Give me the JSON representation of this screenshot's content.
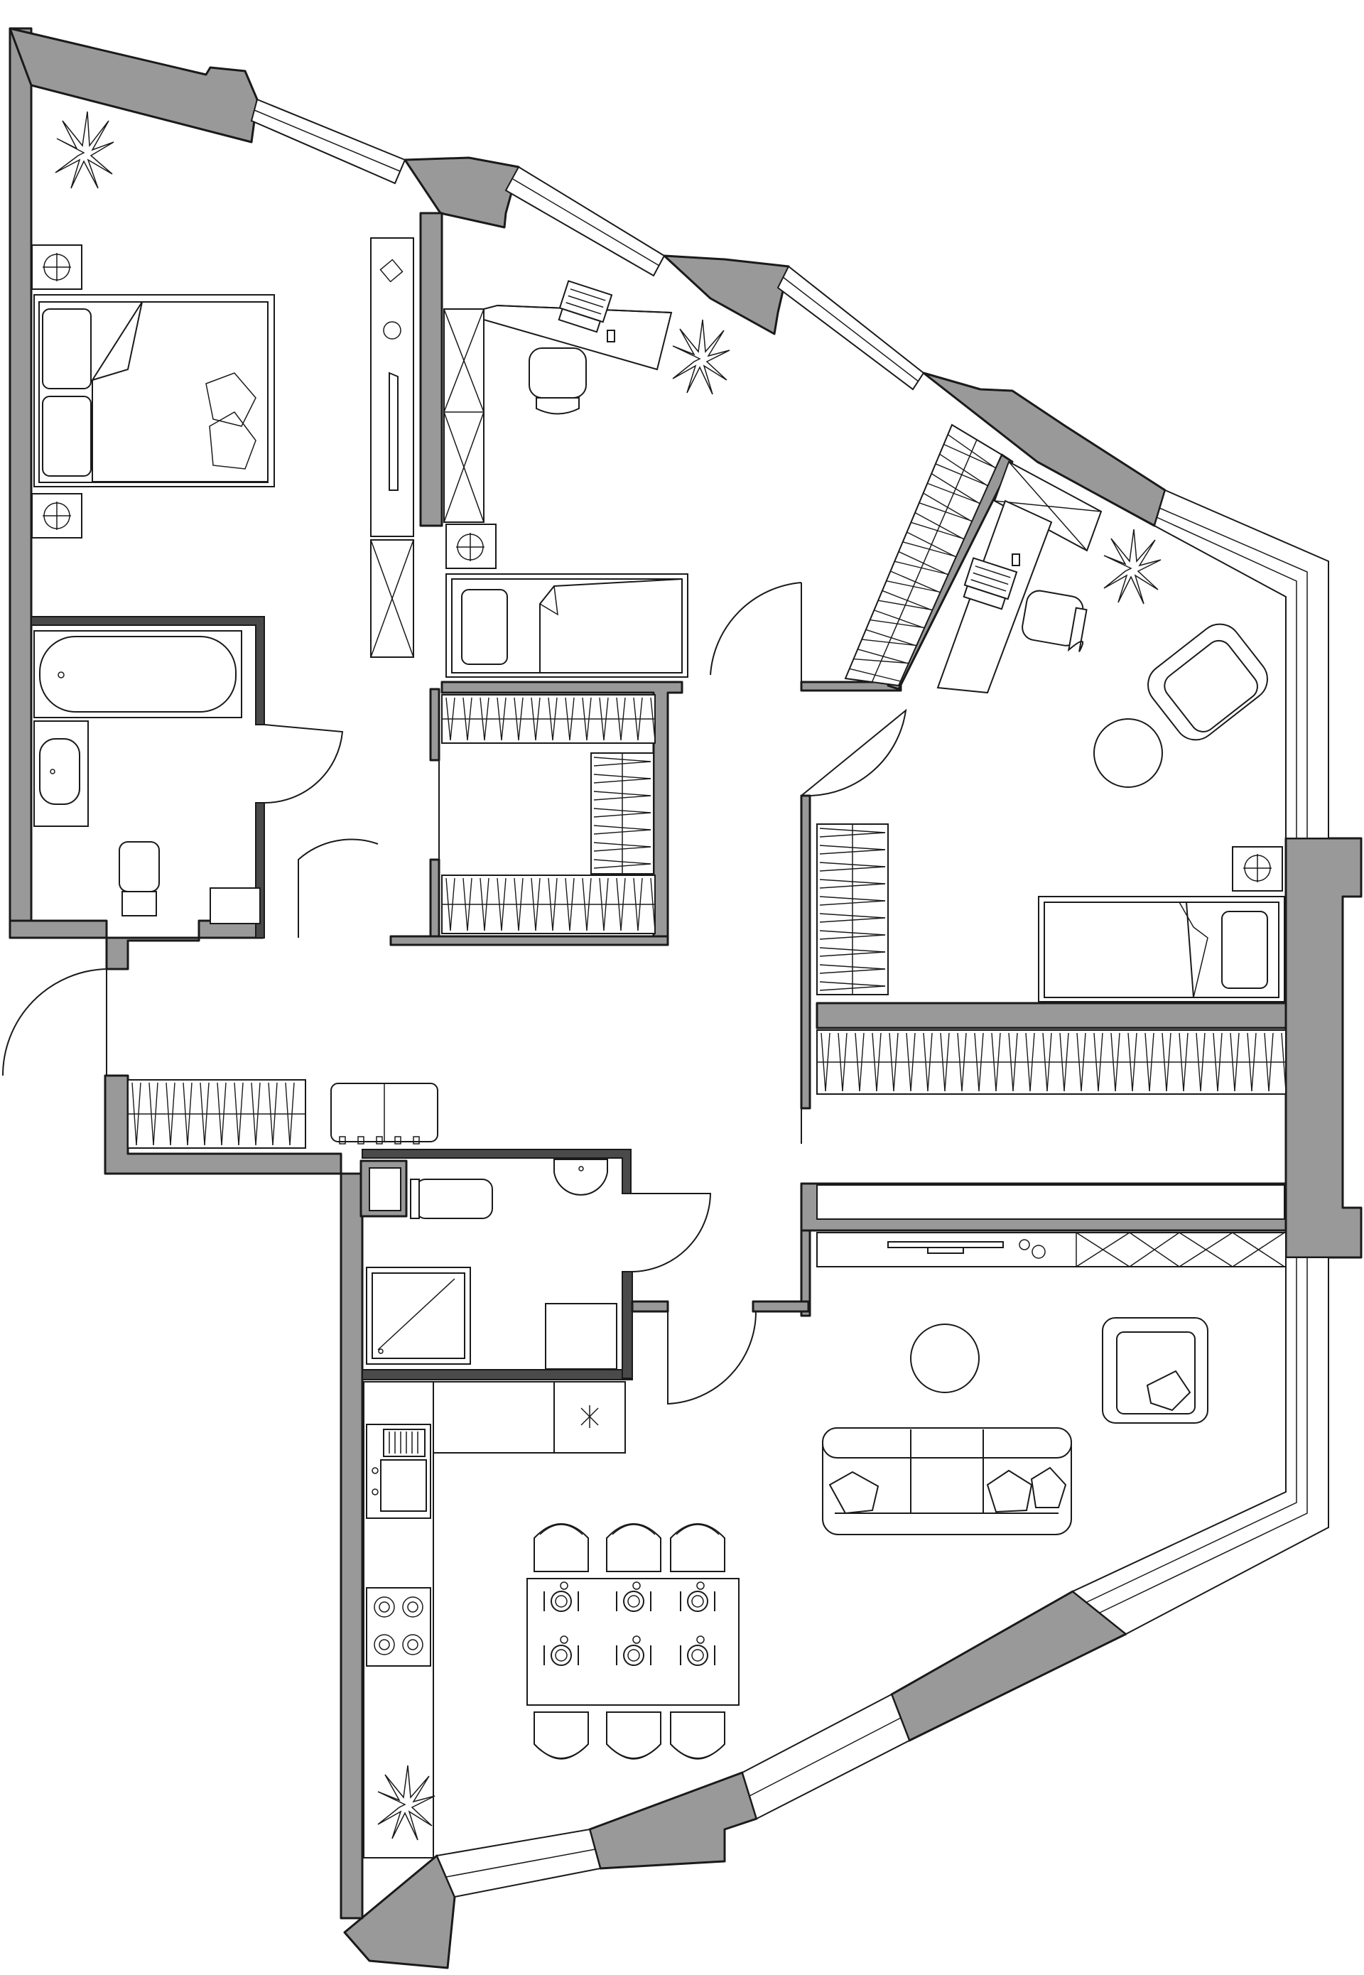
{
  "plan": {
    "view": "apartment-floor-plan",
    "rooms": [
      "master-bedroom",
      "bathroom",
      "study-bedroom",
      "walk-in-closet",
      "corridor",
      "kids-bedroom",
      "guest-bathroom",
      "kitchen-living-dining",
      "entrance-hall"
    ],
    "colors": {
      "walls": "#999999",
      "partitions": "#4a4a4a",
      "outline": "#1a1a1a",
      "floor": "#ffffff"
    },
    "furniture_icons": [
      "bed-icon",
      "single-bed-icon",
      "plant-icon",
      "desk-icon",
      "laptop-icon",
      "chair-icon",
      "armchair-icon",
      "bathtub-icon",
      "sink-icon",
      "toilet-icon",
      "shower-icon",
      "wardrobe-icon",
      "sofa-icon",
      "dining-table-icon",
      "stove-icon",
      "kitchen-sink-icon",
      "coffee-table-icon",
      "tv-unit-icon",
      "washing-machine-icon"
    ]
  }
}
